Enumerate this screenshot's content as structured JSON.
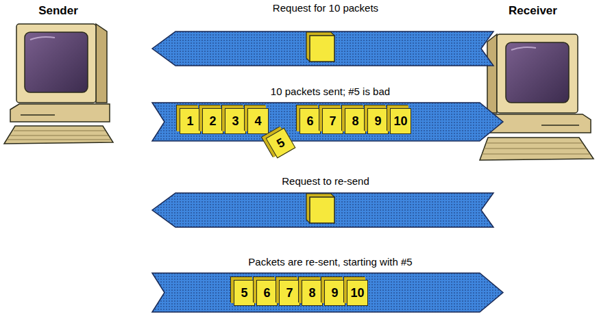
{
  "diagram": {
    "nodes": [
      {
        "text": [
          "Sender"
        ]
      },
      {
        "text": [
          "Receiver"
        ]
      },
      {
        "text": [
          "Request for 10 packets"
        ]
      },
      {
        "text": [
          "10 packets sent; #5 is bad"
        ]
      },
      {
        "text": [
          "1"
        ],
        "in": 3
      },
      {
        "text": [
          "2"
        ],
        "in": 3
      },
      {
        "text": [
          "3"
        ],
        "in": 3
      },
      {
        "text": [
          "4"
        ],
        "in": 3
      },
      {
        "text": [
          "5"
        ],
        "in": 3
      },
      {
        "text": [
          "6"
        ],
        "in": 3
      },
      {
        "text": [
          "7"
        ],
        "in": 3
      },
      {
        "text": [
          "8"
        ],
        "in": 3
      },
      {
        "text": [
          "9"
        ],
        "in": 3
      },
      {
        "text": [
          "10"
        ],
        "in": 3
      },
      {
        "text": [
          "Request to re-send"
        ]
      },
      {
        "text": [
          "Packets are re-sent, starting with #5"
        ]
      },
      {
        "text": [
          "5"
        ],
        "in": 15
      },
      {
        "text": [
          "6"
        ],
        "in": 15
      },
      {
        "text": [
          "7"
        ],
        "in": 15
      },
      {
        "text": [
          "8"
        ],
        "in": 15
      },
      {
        "text": [
          "9"
        ],
        "in": 15
      },
      {
        "text": [
          "10"
        ],
        "in": 15
      }
    ]
  }
}
